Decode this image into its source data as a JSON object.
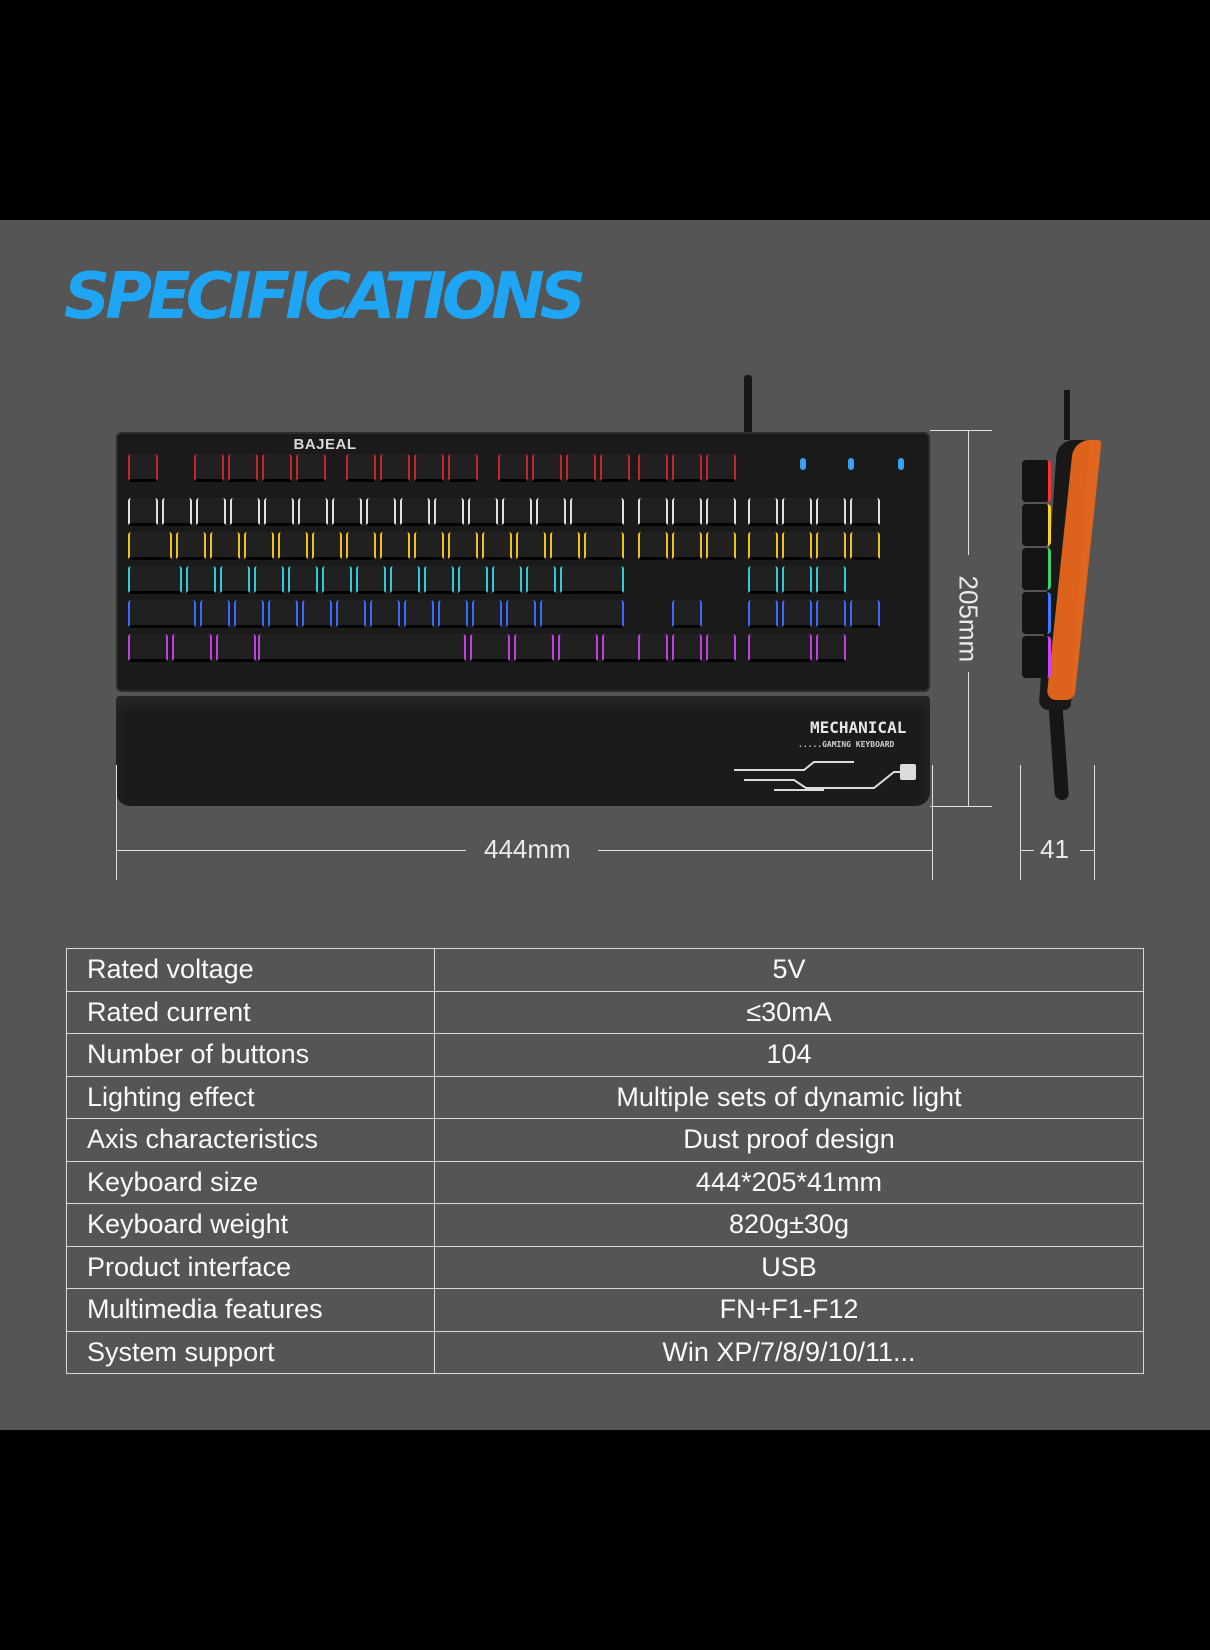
{
  "title": "SPECIFICATIONS",
  "keyboard": {
    "brand": "BAJEAL",
    "logo_main": "MECHANICAL",
    "logo_sub": ".....GAMING KEYBOARD"
  },
  "dimensions": {
    "width": "444mm",
    "depth": "205mm",
    "height": "41"
  },
  "specs": [
    {
      "label": "Rated voltage",
      "value": "5V"
    },
    {
      "label": "Rated current",
      "value": "≤30mA"
    },
    {
      "label": "Number of buttons",
      "value": "104"
    },
    {
      "label": "Lighting effect",
      "value": "Multiple sets of dynamic light"
    },
    {
      "label": "Axis characteristics",
      "value": "Dust proof design"
    },
    {
      "label": "Keyboard size",
      "value": "444*205*41mm"
    },
    {
      "label": "Keyboard weight",
      "value": "820g±30g"
    },
    {
      "label": "Product interface",
      "value": "USB"
    },
    {
      "label": "Multimedia features",
      "value": "FN+F1-F12"
    },
    {
      "label": "System support",
      "value": "Win XP/7/8/9/10/11..."
    }
  ],
  "colors": {
    "title": "#1ea6f5",
    "panel": "#555555",
    "accent_orange": "#e8661b"
  }
}
